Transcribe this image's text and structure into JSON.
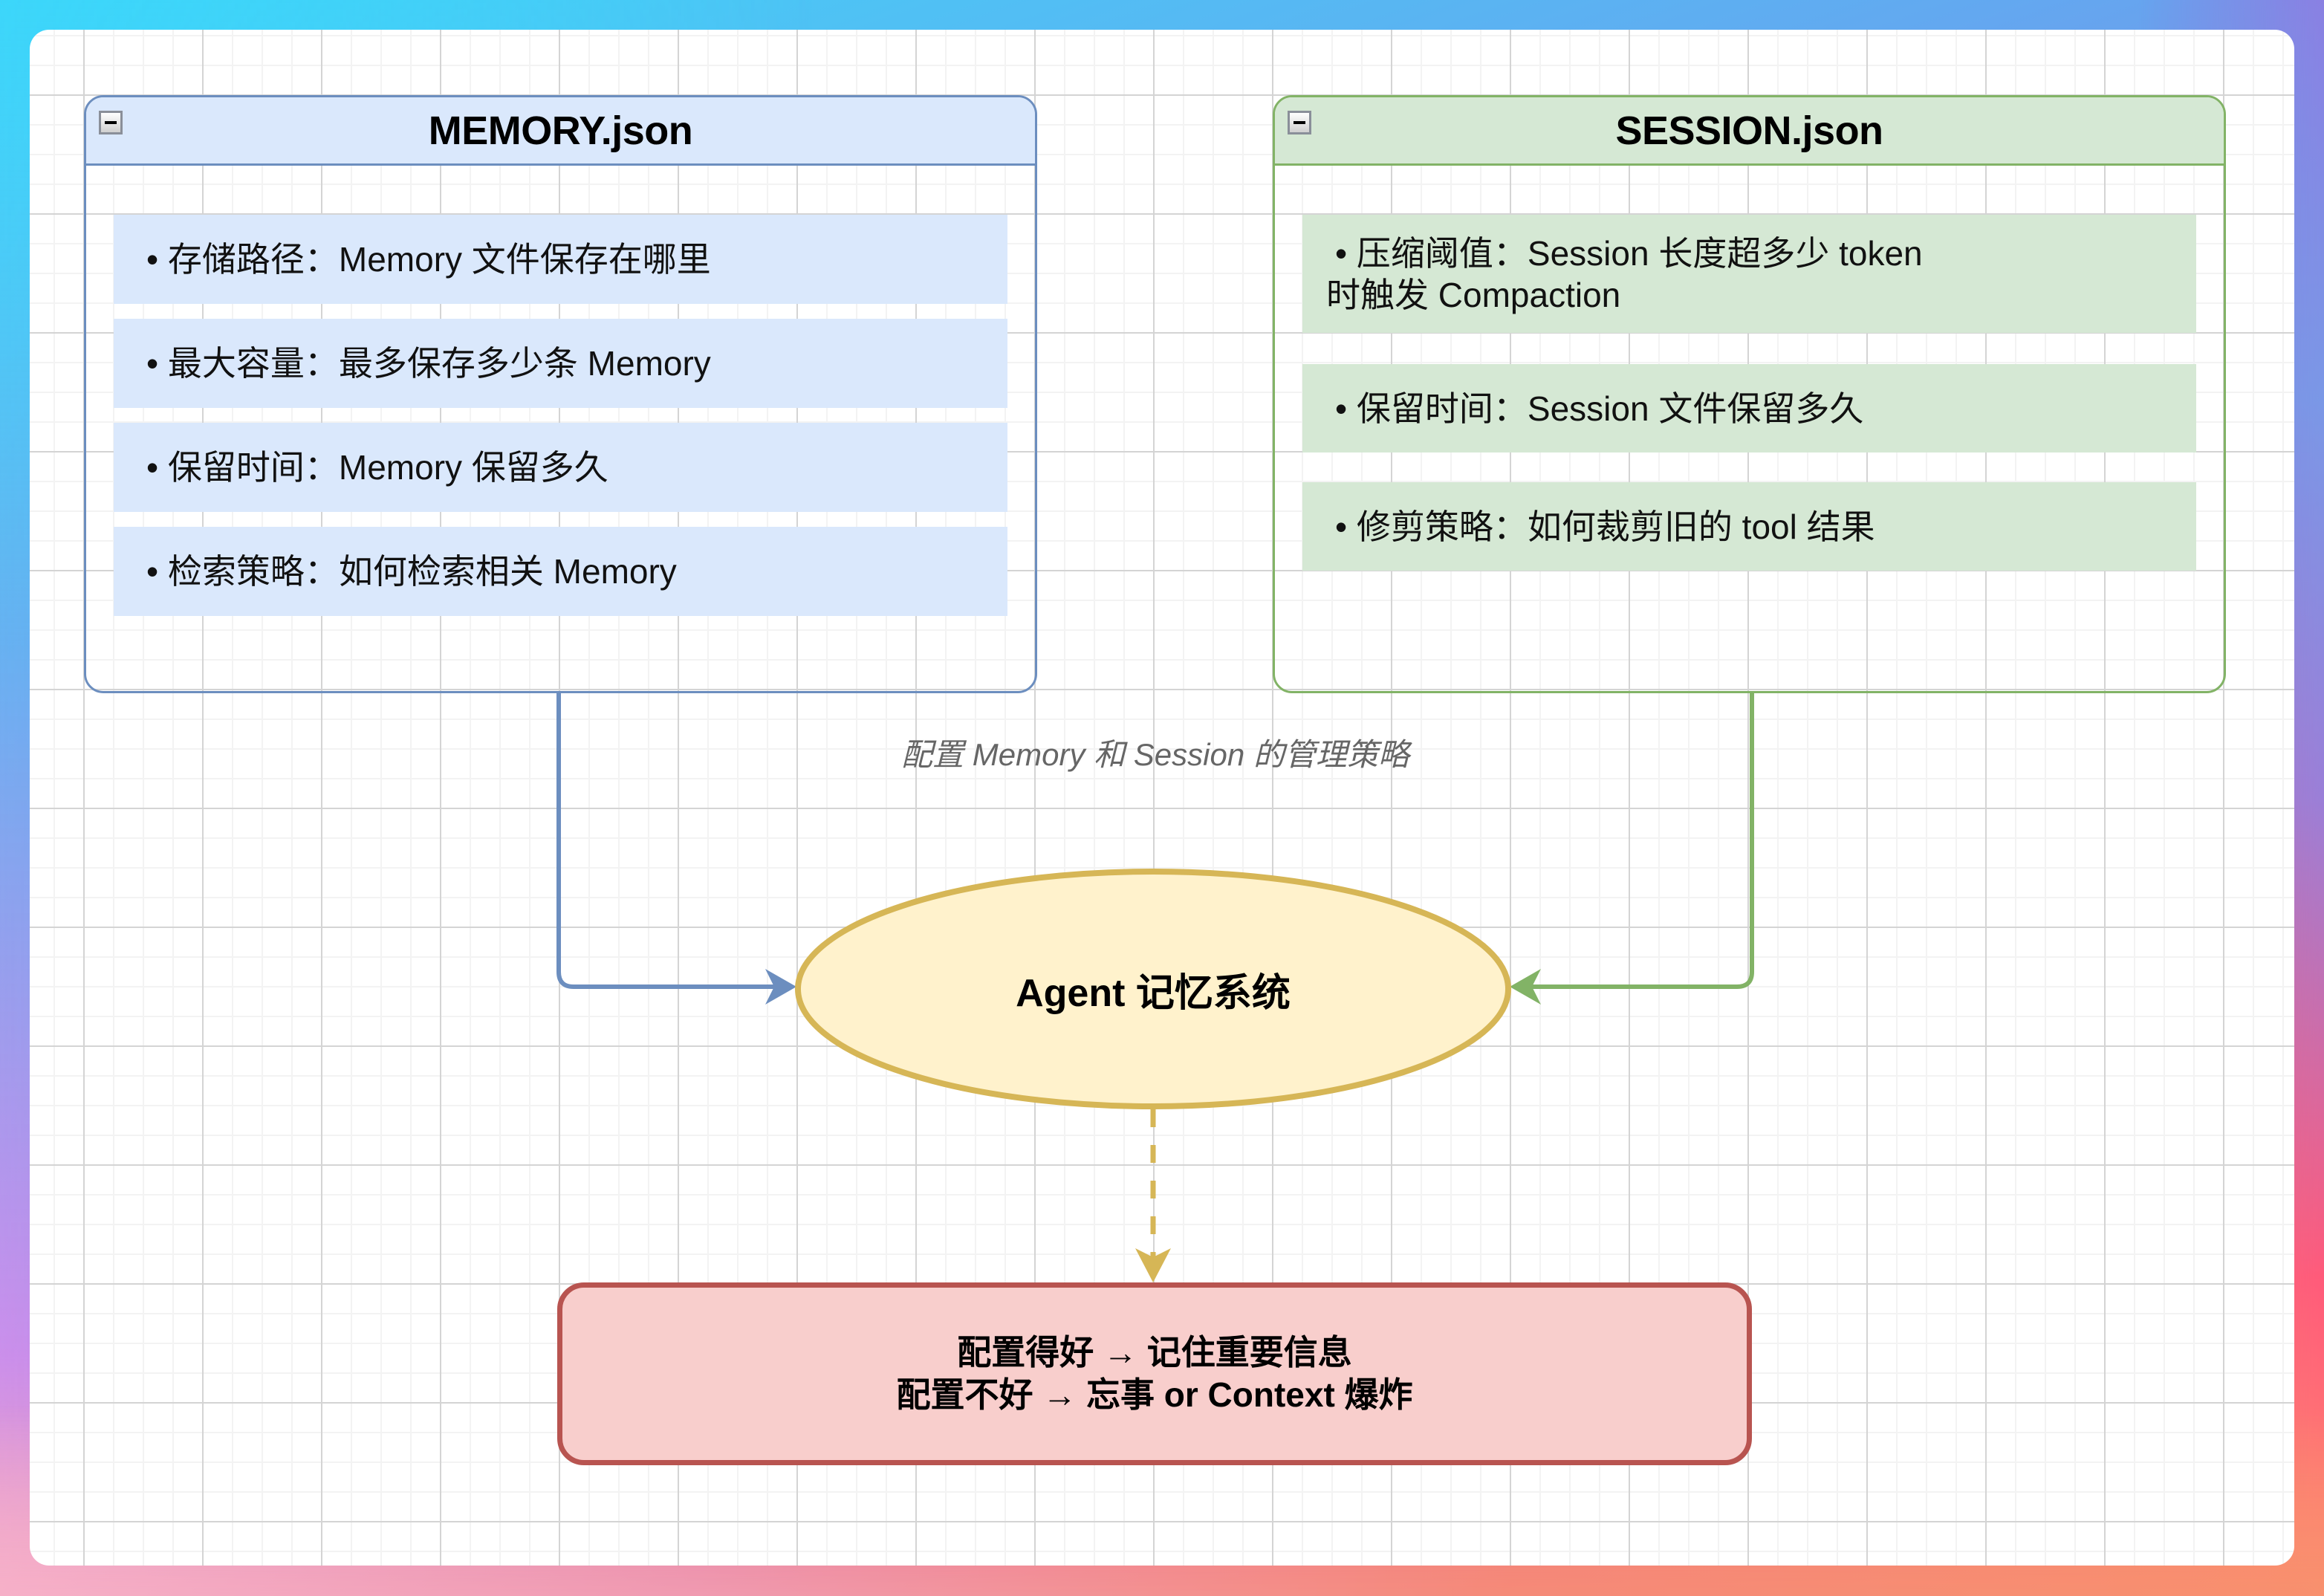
{
  "memory_panel": {
    "title": "MEMORY.json",
    "collapse_icon": "minus-box-icon",
    "colors": {
      "fill": "#dae8fc",
      "stroke": "#6c8ebf"
    },
    "items": [
      {
        "text": "• 存储路径：Memory 文件保存在哪里"
      },
      {
        "text": "• 最大容量：最多保存多少条 Memory"
      },
      {
        "text": "• 保留时间：Memory 保留多久"
      },
      {
        "text": "• 检索策略：如何检索相关 Memory"
      }
    ]
  },
  "session_panel": {
    "title": "SESSION.json",
    "collapse_icon": "minus-box-icon",
    "colors": {
      "fill": "#d5e8d4",
      "stroke": "#82b366"
    },
    "items": [
      {
        "line1": "• 压缩阈值：Session 长度超多少 token",
        "line2": "时触发 Compaction"
      },
      {
        "text": "• 保留时间：Session 文件保留多久"
      },
      {
        "text": "• 修剪策略：如何裁剪旧的 tool 结果"
      }
    ]
  },
  "edge_caption": "配置 Memory 和 Session 的管理策略",
  "center_node": {
    "label": "Agent 记忆系统",
    "colors": {
      "fill": "#fff2cc",
      "stroke": "#d6b656"
    }
  },
  "result_node": {
    "line1": "配置得好 → 记住重要信息",
    "line2": "配置不好 → 忘事 or Context 爆炸",
    "colors": {
      "fill": "#f8cecc",
      "stroke": "#b85450"
    }
  },
  "edges": [
    {
      "from": "MEMORY.json",
      "to": "Agent 记忆系统",
      "style": "solid",
      "color": "#6c8ebf"
    },
    {
      "from": "SESSION.json",
      "to": "Agent 记忆系统",
      "style": "solid",
      "color": "#82b366"
    },
    {
      "from": "Agent 记忆系统",
      "to": "result",
      "style": "dashed",
      "color": "#d6b656"
    }
  ]
}
